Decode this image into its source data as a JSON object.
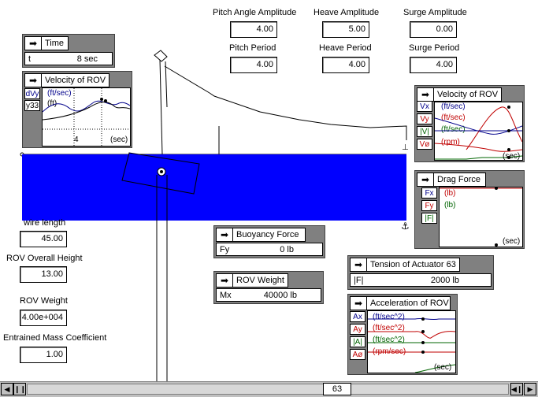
{
  "params": {
    "pitch_amp_label": "Pitch Angle Amplitude",
    "pitch_amp": "4.00",
    "heave_amp_label": "Heave Amplitude",
    "heave_amp": "5.00",
    "surge_amp_label": "Surge Amplitude",
    "surge_amp": "0.00",
    "pitch_period_label": "Pitch Period",
    "pitch_period": "4.00",
    "heave_period_label": "Heave Period",
    "heave_period": "4.00",
    "surge_period_label": "Surge Period",
    "surge_period": "4.00"
  },
  "left": {
    "wire_length_label": "wire length",
    "wire_length": "45.00",
    "overall_height_label": "ROV Overall Height",
    "overall_height": "13.00",
    "weight_label": "ROV Weight",
    "weight": "4.00e+004",
    "mass_coef_label": "Entrained Mass Coefficient",
    "mass_coef": "1.00"
  },
  "time_panel": {
    "title": "Time",
    "var": "t",
    "value": "8 sec"
  },
  "vel_rov_left": {
    "title": "Velocity of ROV",
    "chip1": "dVy",
    "chip2": "y33",
    "unit1": "(ft/sec)",
    "unit2": "(ft)",
    "x_value": "4",
    "x_unit": "(sec)"
  },
  "vel_rov_right": {
    "title": "Velocity of ROV",
    "chips": [
      "Vx",
      "Vy",
      "|V|",
      "Vø"
    ],
    "units": [
      "(ft/sec)",
      "(ft/sec)",
      "(ft/sec)",
      "(rpm)"
    ],
    "x_unit": "(sec)"
  },
  "drag_force": {
    "title": "Drag Force",
    "chips": [
      "Fx",
      "Fy",
      "|F|"
    ],
    "units": [
      "(lb)",
      "(lb)"
    ],
    "x_unit": "(sec)"
  },
  "buoyancy": {
    "title": "Buoyancy Force",
    "var": "Fy",
    "value": "0 lb"
  },
  "rov_weight": {
    "title": "ROV Weight",
    "var": "Mx",
    "value": "40000 lb"
  },
  "tension": {
    "title": "Tension of Actuator 63",
    "var": "|F|",
    "value": "2000 lb"
  },
  "accel": {
    "title": "Acceleration of ROV",
    "chips": [
      "Ax",
      "Ay",
      "|A|",
      "Aø"
    ],
    "units": [
      "(ft/sec^2)",
      "(ft/sec^2)",
      "(ft/sec^2)",
      "(rpm/sec)"
    ],
    "x_unit": "(sec)"
  },
  "scroll": {
    "frame": "63"
  },
  "colors": {
    "water": "#0000ff",
    "panel": "#808080"
  }
}
